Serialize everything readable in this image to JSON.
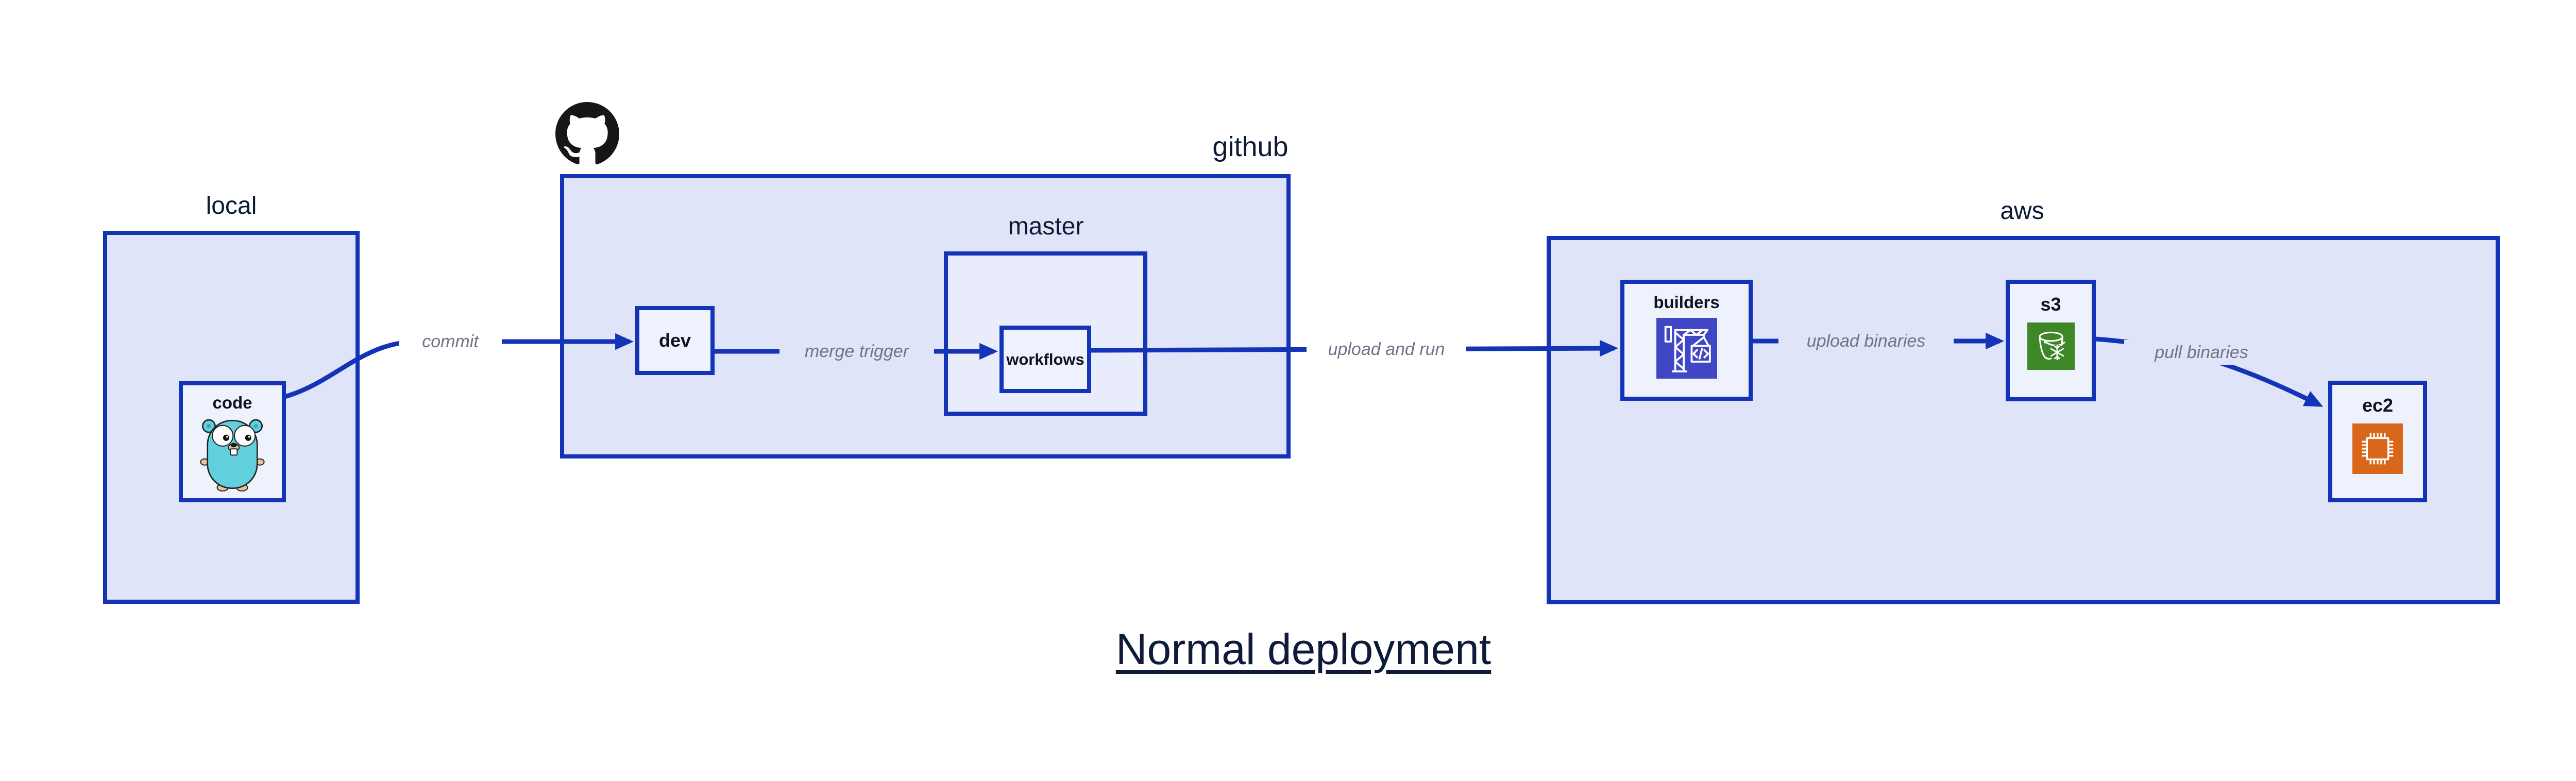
{
  "title": {
    "text": "Normal deployment"
  },
  "theme": {
    "accent": "#1434b8",
    "canvas_bg": "#ffffff",
    "container_fill": "#dfe4f8",
    "nested_container_fill": "#e9edfb",
    "node_fill": "#eef2fc",
    "container_label_color": "#0c1a36",
    "node_label_color": "#0d1226",
    "edge_label_color": "#6f7486",
    "title_color": "#0d1b38",
    "github_logo_color": "#171515",
    "codebuild_icon_bg": "#4146c4",
    "s3_icon_bg": "#3d8727",
    "ec2_icon_bg": "#d9671b",
    "gopher_body": "#62cfdd",
    "gopher_skin": "#e8c39e"
  },
  "containers": {
    "local": {
      "label": "local"
    },
    "github": {
      "label": "github",
      "logo_icon": "github-octocat-icon"
    },
    "master": {
      "label": "master"
    },
    "aws": {
      "label": "aws"
    }
  },
  "nodes": {
    "code": {
      "label": "code",
      "icon": "go-gopher-icon"
    },
    "dev": {
      "label": "dev"
    },
    "workflows": {
      "label": "workflows"
    },
    "builders": {
      "label": "builders",
      "icon": "codebuild-crane-icon"
    },
    "s3": {
      "label": "s3",
      "icon": "s3-glacier-bucket-icon"
    },
    "ec2": {
      "label": "ec2",
      "icon": "ec2-chip-icon"
    }
  },
  "edges": {
    "commit": {
      "label": "commit",
      "from": "code",
      "to": "dev"
    },
    "merge_trigger": {
      "label": "merge trigger",
      "from": "dev",
      "to": "workflows"
    },
    "upload_and_run": {
      "label": "upload and run",
      "from": "workflows",
      "to": "builders"
    },
    "upload_binaries": {
      "label": "upload binaries",
      "from": "builders",
      "to": "s3"
    },
    "pull_binaries": {
      "label": "pull binaries",
      "from": "s3",
      "to": "ec2"
    }
  }
}
